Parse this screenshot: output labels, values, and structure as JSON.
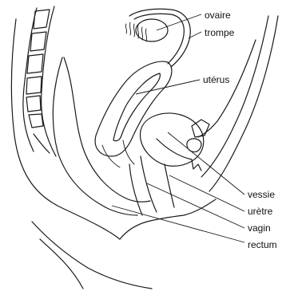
{
  "labels": {
    "ovaire": "ovaire",
    "trompe": "trompe",
    "uterus": "utérus",
    "vessie": "vessie",
    "uretre": "urètre",
    "vagin": "vagin",
    "rectum": "rectum"
  },
  "colors": {
    "line": "#1a1a1a",
    "background": "#ffffff"
  }
}
